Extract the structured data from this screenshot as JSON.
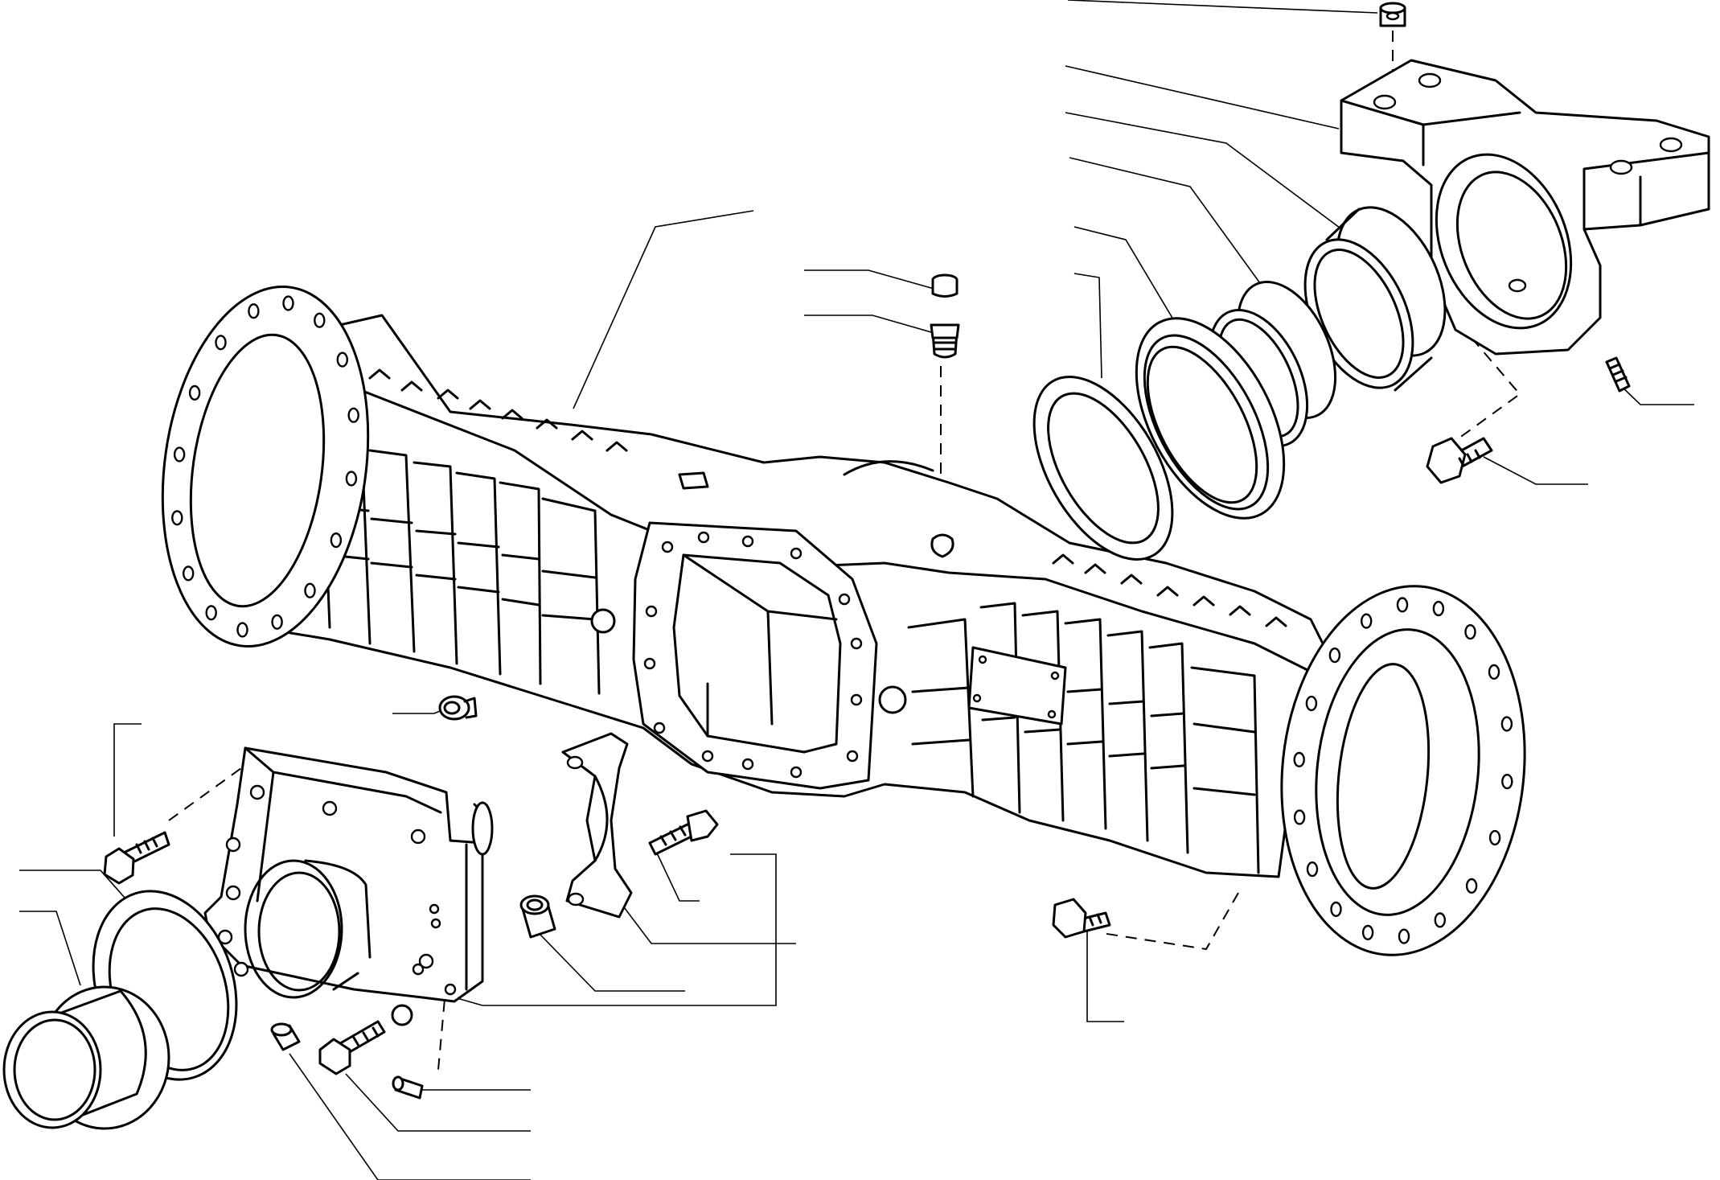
{
  "diagram": {
    "kind": "exploded-view parts drawing",
    "text_labels": [],
    "colors": {
      "stroke": "#000000",
      "paper": "#ffffff"
    },
    "parts": [
      "axle-housing",
      "center-carrier-opening",
      "name-plate",
      "left-hub-flange",
      "right-hub-flange",
      "support-bracket",
      "grease-nipple",
      "bushing-large",
      "bushing-small",
      "seal-ring",
      "thrust-washer",
      "bracket-bolt",
      "cap-nut",
      "breather-plug",
      "drain-plug",
      "side-cover",
      "cover-bolt",
      "cover-bushing",
      "cover-washer",
      "bearing-cap",
      "cap-bolt",
      "spacer-sleeve",
      "housing-bolt",
      "dowel-pin",
      "small-plug",
      "flange-bolt"
    ]
  }
}
